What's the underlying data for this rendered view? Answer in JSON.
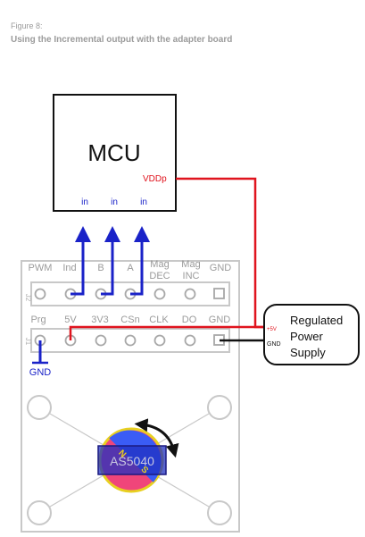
{
  "caption": {
    "figure_number": "Figure 8:",
    "title": "Using the Incremental output with the adapter board"
  },
  "mcu": {
    "label": "MCU",
    "power_pin": "VDDp",
    "inputs": [
      "in",
      "in",
      "in"
    ]
  },
  "board": {
    "row_top_labels": [
      "PWM",
      "Ind",
      "B",
      "A",
      "Mag",
      "Mag",
      "GND"
    ],
    "row_top_sublabels": [
      "DEC",
      "INC"
    ],
    "row_top_connector": "J2",
    "row_bottom_labels": [
      "Prg",
      "5V",
      "3V3",
      "CSn",
      "CLK",
      "DO",
      "GND"
    ],
    "row_bottom_connector": "J1",
    "gnd_label": "GND",
    "chip_label": "AS5040",
    "magnet_n": "N",
    "magnet_s": "S"
  },
  "supply": {
    "lines": [
      "Regulated",
      "Power",
      "Supply"
    ],
    "pin_5v": "+5V",
    "pin_gnd": "GND"
  },
  "colors": {
    "wire_power": "#e0141e",
    "wire_signal": "#1a22c8",
    "caption": "#9b9b9b",
    "board_outline": "#c8c8c8",
    "magnet_north": "#3a5cf5",
    "magnet_south": "#f0457a"
  }
}
